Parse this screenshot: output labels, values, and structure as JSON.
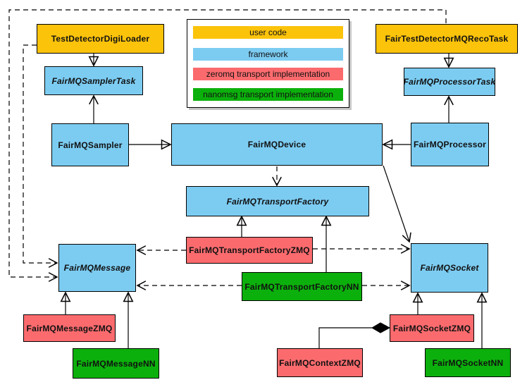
{
  "diagram_type": "uml-class-diagram",
  "colors": {
    "user_code": "#fcc30b",
    "framework": "#7cccf2",
    "zeromq": "#fb6b6e",
    "nanomsg": "#0cb00c",
    "line": "#000000",
    "background": "#ffffff"
  },
  "legend": {
    "items": [
      {
        "label": "user code",
        "category": "user_code"
      },
      {
        "label": "framework",
        "category": "framework"
      },
      {
        "label": "zeromq transport implementation",
        "category": "zeromq"
      },
      {
        "label": "nanomsg transport implementation",
        "category": "nanomsg"
      }
    ]
  },
  "nodes": {
    "testDetectorDigiLoader": {
      "label": "TestDetectorDigiLoader",
      "category": "user_code",
      "abstract": false
    },
    "fairTestDetectorMQRecoTask": {
      "label": "FairTestDetectorMQRecoTask",
      "category": "user_code",
      "abstract": false
    },
    "fairMQSamplerTask": {
      "label": "FairMQSamplerTask",
      "category": "framework",
      "abstract": true
    },
    "fairMQProcessorTask": {
      "label": "FairMQProcessorTask",
      "category": "framework",
      "abstract": true
    },
    "fairMQSampler": {
      "label": "FairMQSampler",
      "category": "framework",
      "abstract": false
    },
    "fairMQDevice": {
      "label": "FairMQDevice",
      "category": "framework",
      "abstract": false
    },
    "fairMQProcessor": {
      "label": "FairMQProcessor",
      "category": "framework",
      "abstract": false
    },
    "fairMQTransportFactory": {
      "label": "FairMQTransportFactory",
      "category": "framework",
      "abstract": true
    },
    "fairMQTransportFactoryZMQ": {
      "label": "FairMQTransportFactoryZMQ",
      "category": "zeromq",
      "abstract": false
    },
    "fairMQTransportFactoryNN": {
      "label": "FairMQTransportFactoryNN",
      "category": "nanomsg",
      "abstract": false
    },
    "fairMQMessage": {
      "label": "FairMQMessage",
      "category": "framework",
      "abstract": true
    },
    "fairMQSocket": {
      "label": "FairMQSocket",
      "category": "framework",
      "abstract": true
    },
    "fairMQMessageZMQ": {
      "label": "FairMQMessageZMQ",
      "category": "zeromq",
      "abstract": false
    },
    "fairMQMessageNN": {
      "label": "FairMQMessageNN",
      "category": "nanomsg",
      "abstract": false
    },
    "fairMQSocketZMQ": {
      "label": "FairMQSocketZMQ",
      "category": "zeromq",
      "abstract": false
    },
    "fairMQSocketNN": {
      "label": "FairMQSocketNN",
      "category": "nanomsg",
      "abstract": false
    },
    "fairMQContextZMQ": {
      "label": "FairMQContextZMQ",
      "category": "zeromq",
      "abstract": false
    }
  },
  "edges": [
    {
      "from": "TestDetectorDigiLoader",
      "to": "FairMQSamplerTask",
      "type": "inheritance"
    },
    {
      "from": "FairTestDetectorMQRecoTask",
      "to": "FairMQProcessorTask",
      "type": "inheritance"
    },
    {
      "from": "FairMQSampler",
      "to": "FairMQSamplerTask",
      "type": "association"
    },
    {
      "from": "FairMQProcessor",
      "to": "FairMQProcessorTask",
      "type": "association"
    },
    {
      "from": "FairMQSampler",
      "to": "FairMQDevice",
      "type": "inheritance"
    },
    {
      "from": "FairMQProcessor",
      "to": "FairMQDevice",
      "type": "inheritance"
    },
    {
      "from": "FairMQDevice",
      "to": "FairMQTransportFactory",
      "type": "dependency"
    },
    {
      "from": "FairMQDevice",
      "to": "FairMQSocket",
      "type": "association"
    },
    {
      "from": "FairMQTransportFactoryZMQ",
      "to": "FairMQTransportFactory",
      "type": "inheritance"
    },
    {
      "from": "FairMQTransportFactoryNN",
      "to": "FairMQTransportFactory",
      "type": "inheritance"
    },
    {
      "from": "FairMQTransportFactoryZMQ",
      "to": "FairMQMessage",
      "type": "dependency"
    },
    {
      "from": "FairMQTransportFactoryZMQ",
      "to": "FairMQSocket",
      "type": "dependency"
    },
    {
      "from": "FairMQTransportFactoryNN",
      "to": "FairMQMessage",
      "type": "dependency"
    },
    {
      "from": "FairMQTransportFactoryNN",
      "to": "FairMQSocket",
      "type": "dependency"
    },
    {
      "from": "TestDetectorDigiLoader",
      "to": "FairMQMessage",
      "type": "dependency"
    },
    {
      "from": "FairTestDetectorMQRecoTask",
      "to": "FairMQMessage",
      "type": "dependency"
    },
    {
      "from": "FairMQMessageZMQ",
      "to": "FairMQMessage",
      "type": "inheritance"
    },
    {
      "from": "FairMQMessageNN",
      "to": "FairMQMessage",
      "type": "inheritance"
    },
    {
      "from": "FairMQSocketZMQ",
      "to": "FairMQSocket",
      "type": "inheritance"
    },
    {
      "from": "FairMQSocketNN",
      "to": "FairMQSocket",
      "type": "inheritance"
    },
    {
      "from": "FairMQSocketZMQ",
      "to": "FairMQContextZMQ",
      "type": "composition"
    }
  ]
}
